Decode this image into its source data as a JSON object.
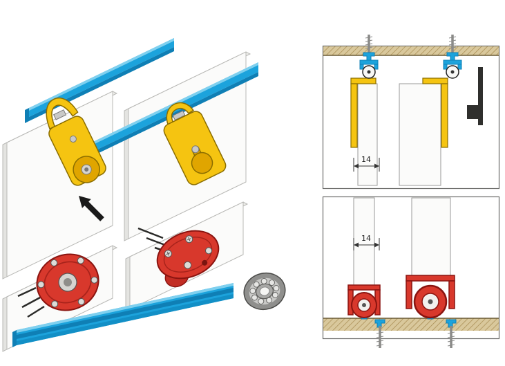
{
  "figure": {
    "type": "technical-diagram"
  },
  "labels": {
    "dim_top": "14",
    "dim_bottom": "14"
  },
  "parts": {
    "top_track": "top-track",
    "hanger_trolley": "hanger-roller-trolley",
    "bottom_guide_roller": "bottom-guide-roller",
    "bottom_track": "bottom-track",
    "ball_bearing": "ball-bearing",
    "door_panel": "door-panel",
    "pointer_arrow": "pointer-arrow"
  },
  "colors": {
    "track_blue": "#1CA3DC",
    "track_blue_dark": "#0F7FB5",
    "track_blue_mid": "#128FC6",
    "track_blue_light": "#7FD0EF",
    "hanger_yellow": "#F5C411",
    "hanger_yellow_dark": "#8A6D00",
    "hanger_yellow_deep": "#E0A500",
    "roller_red": "#D8382C",
    "roller_red_dark": "#8A1410",
    "panel_face": "#FBFBFA",
    "panel_edge": "#E4E4E1",
    "panel_top": "#EEEEEA",
    "outline_gray": "#9A9A98",
    "wall_tan": "#D9C89C",
    "metal_gray": "#C9C9C7",
    "dark": "#222222",
    "box_border": "#6A6A68",
    "background": "#FFFFFF"
  }
}
